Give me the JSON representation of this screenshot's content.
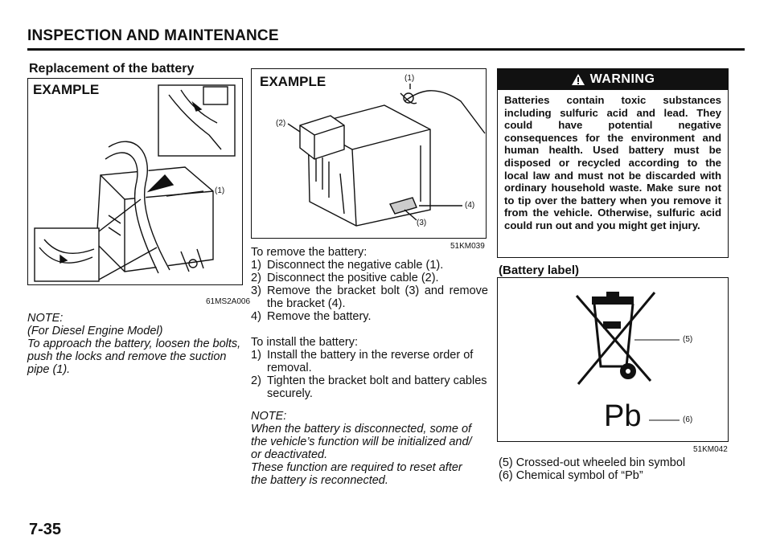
{
  "header": {
    "section_title": "INSPECTION AND MAINTENANCE"
  },
  "subheading": "Replacement of the battery",
  "figure1": {
    "label": "EXAMPLE",
    "callout_1": "(1)",
    "code": "61MS2A006"
  },
  "note1": {
    "title": "NOTE:",
    "lines": [
      "(For Diesel Engine Model)",
      "To approach the battery, loosen the bolts,",
      "push the locks and remove the suction",
      "pipe (1)."
    ]
  },
  "figure2": {
    "label": "EXAMPLE",
    "callout_1": "(1)",
    "callout_2": "(2)",
    "callout_3": "(3)",
    "callout_4": "(4)",
    "code": "51KM039"
  },
  "remove": {
    "intro": "To remove the battery:",
    "steps": [
      {
        "num": "1)",
        "text": "Disconnect the negative cable (1)."
      },
      {
        "num": "2)",
        "text": "Disconnect the positive cable (2)."
      },
      {
        "num": "3)",
        "text": "Remove the bracket bolt (3) and remove the bracket (4)."
      },
      {
        "num": "4)",
        "text": "Remove the battery."
      }
    ]
  },
  "install": {
    "intro": "To install the battery:",
    "steps": [
      {
        "num": "1)",
        "text": "Install the battery in the reverse order of removal."
      },
      {
        "num": "2)",
        "text": "Tighten the bracket bolt and battery cables securely."
      }
    ]
  },
  "note2": {
    "title": "NOTE:",
    "lines": [
      "When the battery is disconnected, some of",
      "the vehicle’s function will be initialized and/",
      "or deactivated.",
      "These function are required to reset after",
      "the battery is reconnected."
    ]
  },
  "warning": {
    "title": "WARNING",
    "text": "Batteries contain toxic substances including sulfuric acid and lead. They could have potential negative consequences for the environment and human health. Used battery must be disposed or recycled according to the local law and must not be discarded with ordinary household waste. Make sure not to tip over the battery when you remove it from the vehicle. Otherwise, sulfuric acid could run out and you might get injury."
  },
  "battery_label": {
    "heading": "(Battery label)",
    "pb_symbol": "Pb",
    "callout_5": "(5)",
    "callout_6": "(6)",
    "code": "51KM042",
    "legend": [
      "(5) Crossed-out wheeled bin symbol",
      "(6) Chemical symbol of “Pb”"
    ]
  },
  "page_number": "7-35",
  "colors": {
    "ink": "#111111",
    "paper": "#ffffff",
    "warning_band": "#111111"
  }
}
